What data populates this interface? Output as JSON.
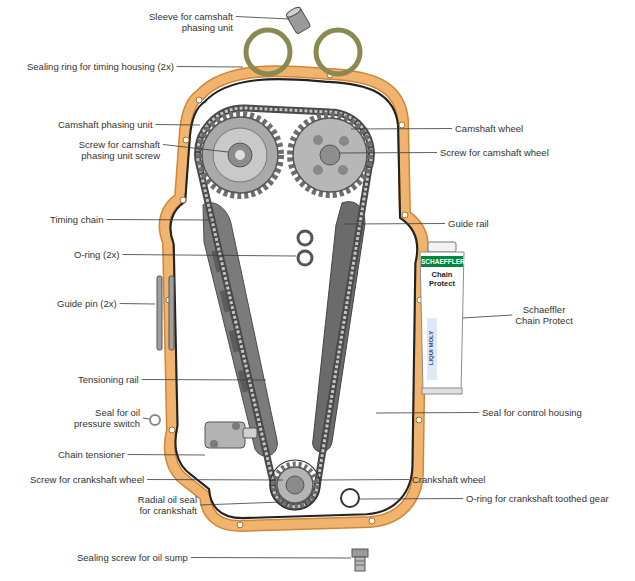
{
  "diagram": {
    "labels": [
      "Sleeve for camshaft phasing unit",
      "Sealing ring for timing housing (2x)",
      "Camshaft phasing unit",
      "Screw for camshaft phasing unit screw",
      "Timing chain",
      "O-ring (2x)",
      "Guide pin (2x)",
      "Tensioning rail",
      "Seal for oil pressure switch",
      "Chain tensioner",
      "Screw for crankshaft wheel",
      "Radial oil seal for crankshaft",
      "Sealing screw for oil sump",
      "Camshaft wheel",
      "Screw for camshaft wheel",
      "Guide rail",
      "Schaeffler Chain Protect",
      "Seal for control housing",
      "Crankshaft wheel",
      "O-ring for crankshaft toothed gear",
      "SCHAEFFLER",
      "Chain Protect",
      "LIQUI MOLY"
    ]
  }
}
